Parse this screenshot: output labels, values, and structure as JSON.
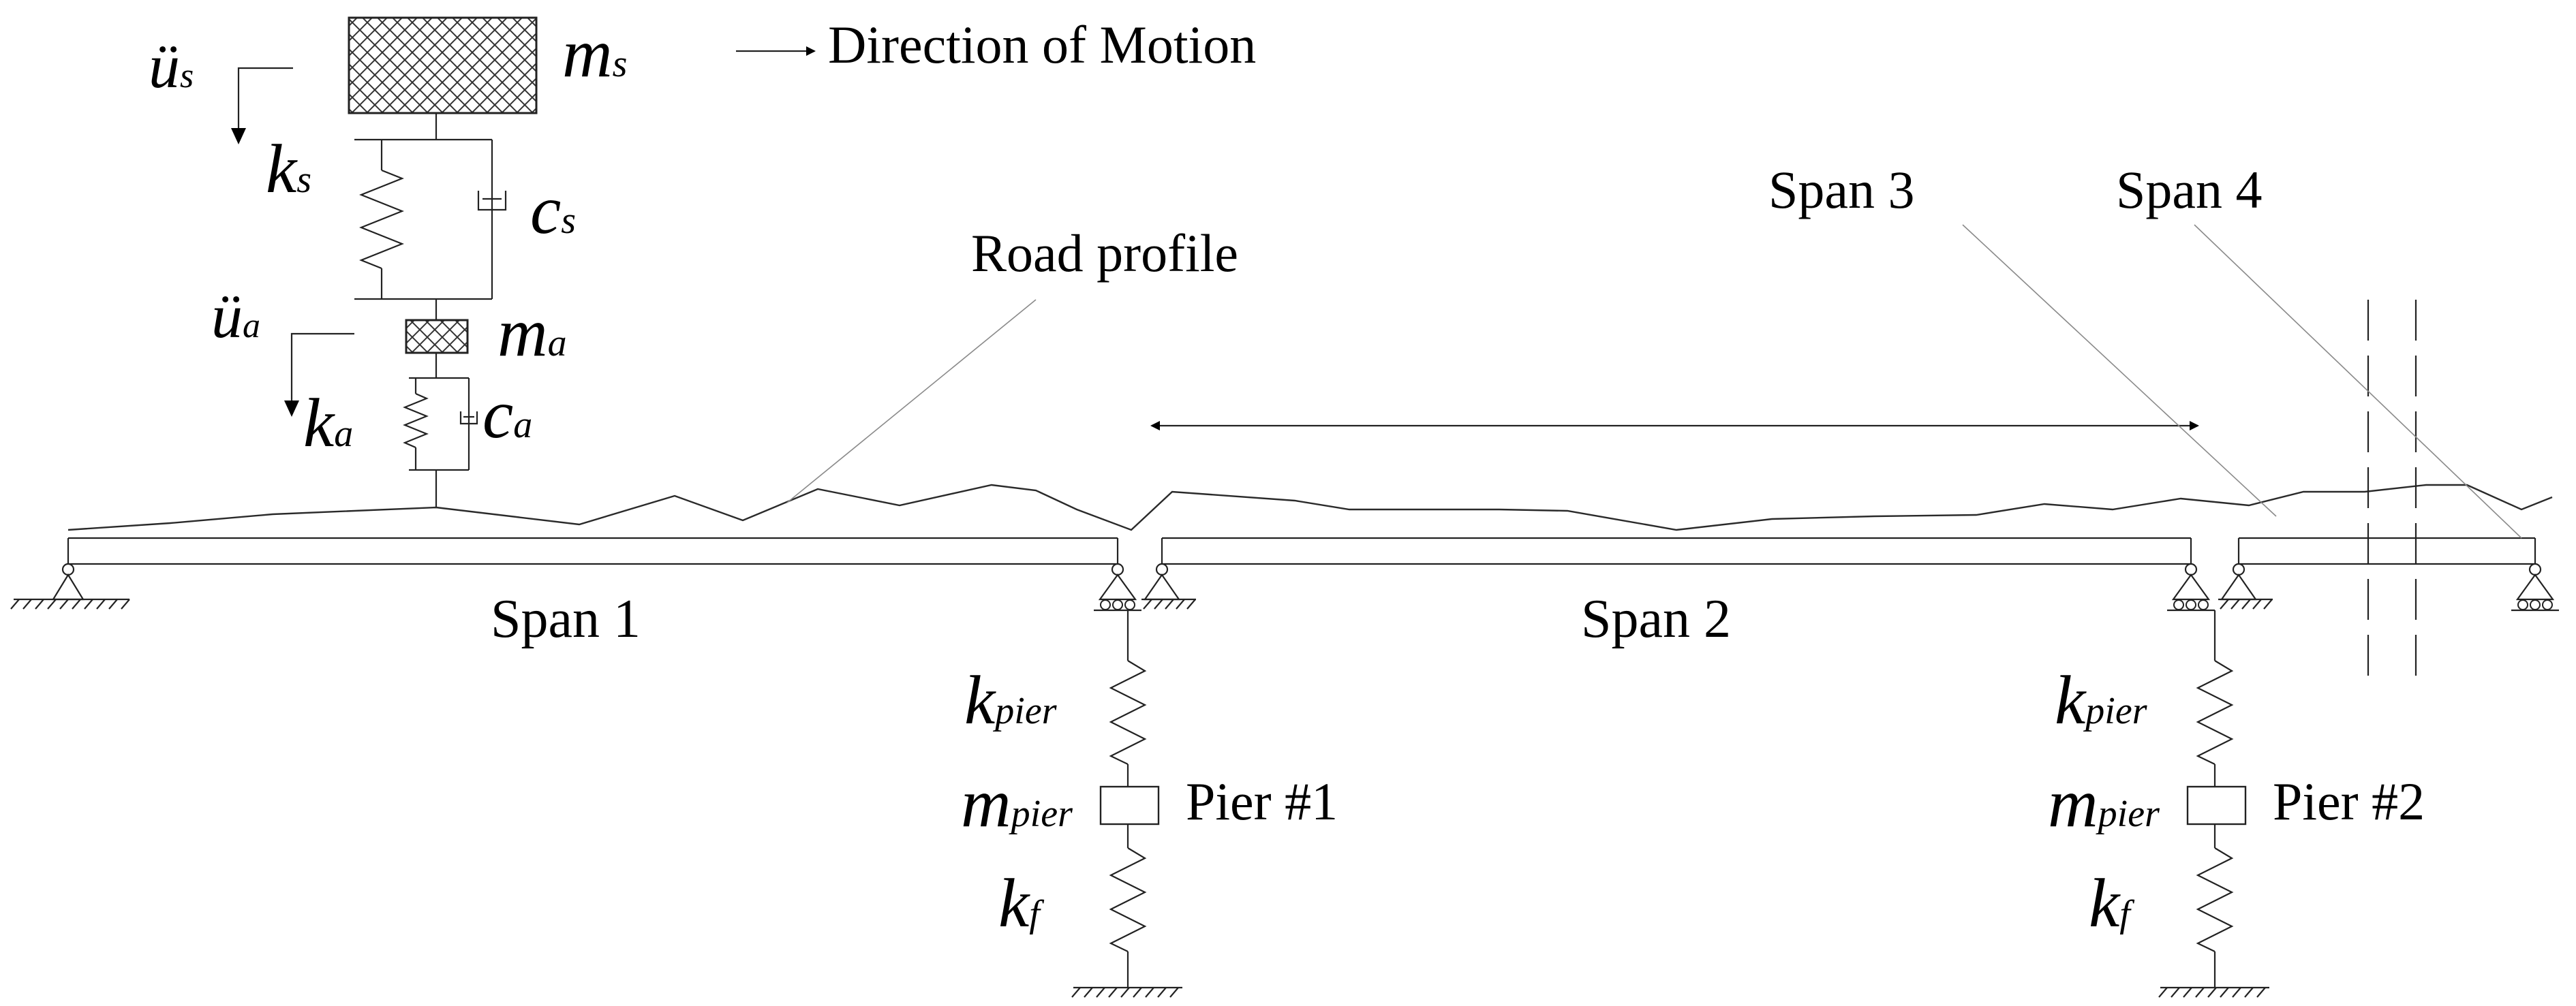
{
  "labels": {
    "direction": "Direction of Motion",
    "road_profile": "Road profile",
    "span1": "Span 1",
    "span2": "Span 2",
    "span3": "Span 3",
    "span4": "Span 4",
    "pier1": "Pier #1",
    "pier2": "Pier #2"
  },
  "symbols": {
    "us": {
      "base": "ü",
      "sub": "s"
    },
    "ua": {
      "base": "ü",
      "sub": "a"
    },
    "ms": {
      "base": "m",
      "sub": "s"
    },
    "ma": {
      "base": "m",
      "sub": "a"
    },
    "ks": {
      "base": "k",
      "sub": "s"
    },
    "cs": {
      "base": "c",
      "sub": "s"
    },
    "ka": {
      "base": "k",
      "sub": "a"
    },
    "ca": {
      "base": "c",
      "sub": "a"
    },
    "kpier1": {
      "base": "k",
      "sub": "pier"
    },
    "mpier1": {
      "base": "m",
      "sub": "pier"
    },
    "kf1": {
      "base": "k",
      "sub": "f"
    },
    "kpier2": {
      "base": "k",
      "sub": "pier"
    },
    "mpier2": {
      "base": "m",
      "sub": "pier"
    },
    "kf2": {
      "base": "k",
      "sub": "f"
    }
  }
}
